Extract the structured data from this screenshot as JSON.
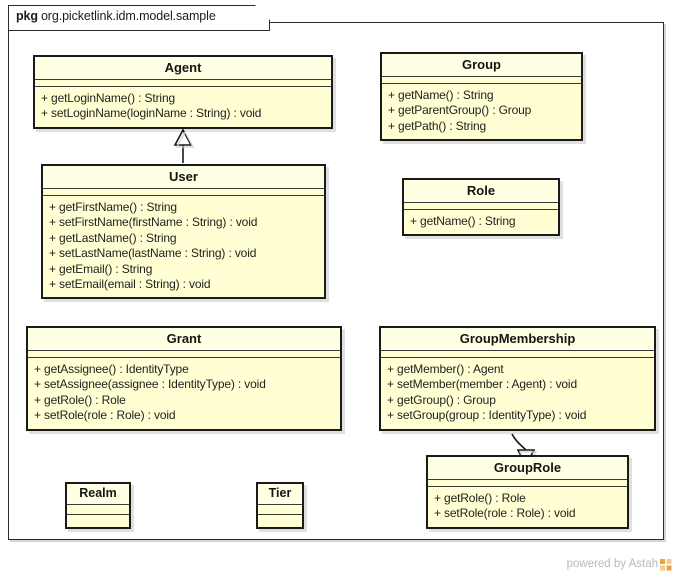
{
  "package": {
    "keyword": "pkg",
    "name": "org.picketlink.idm.model.sample"
  },
  "classes": [
    {
      "id": "agent",
      "name": "Agent",
      "operations": [
        "+ getLoginName() : String",
        "+ setLoginName(loginName : String) : void"
      ]
    },
    {
      "id": "group",
      "name": "Group",
      "operations": [
        "+ getName() : String",
        "+ getParentGroup() : Group",
        "+ getPath() : String"
      ]
    },
    {
      "id": "user",
      "name": "User",
      "operations": [
        "+ getFirstName() : String",
        "+ setFirstName(firstName : String) : void",
        "+ getLastName() : String",
        "+ setLastName(lastName : String) : void",
        "+ getEmail() : String",
        "+ setEmail(email : String) : void"
      ]
    },
    {
      "id": "role",
      "name": "Role",
      "operations": [
        "+ getName() : String"
      ]
    },
    {
      "id": "grant",
      "name": "Grant",
      "operations": [
        "+ getAssignee() : IdentityType",
        "+ setAssignee(assignee : IdentityType) : void",
        "+ getRole() : Role",
        "+ setRole(role : Role) : void"
      ]
    },
    {
      "id": "groupmembership",
      "name": "GroupMembership",
      "operations": [
        "+ getMember() : Agent",
        "+ setMember(member : Agent) : void",
        "+ getGroup() : Group",
        "+ setGroup(group : IdentityType) : void"
      ]
    },
    {
      "id": "grouprole",
      "name": "GroupRole",
      "operations": [
        "+ getRole() : Role",
        "+ setRole(role : Role) : void"
      ]
    },
    {
      "id": "realm",
      "name": "Realm",
      "operations": []
    },
    {
      "id": "tier",
      "name": "Tier",
      "operations": []
    }
  ],
  "relations": [
    {
      "id": "user-agent",
      "type": "generalization",
      "from": "User",
      "to": "Agent"
    },
    {
      "id": "groupmembership-grouprole",
      "type": "generalization",
      "from": "GroupMembership",
      "to": "GroupRole"
    }
  ],
  "watermark": {
    "text": "powered by Astah"
  },
  "colors": {
    "class_fill": "#ffffd3",
    "class_header_fill": "#ffffe4",
    "class_border": "#1a1a1a",
    "frame_border": "#2b2b2b",
    "watermark_text": "#b9b9b9",
    "logo_orange": "#f0a23c"
  }
}
